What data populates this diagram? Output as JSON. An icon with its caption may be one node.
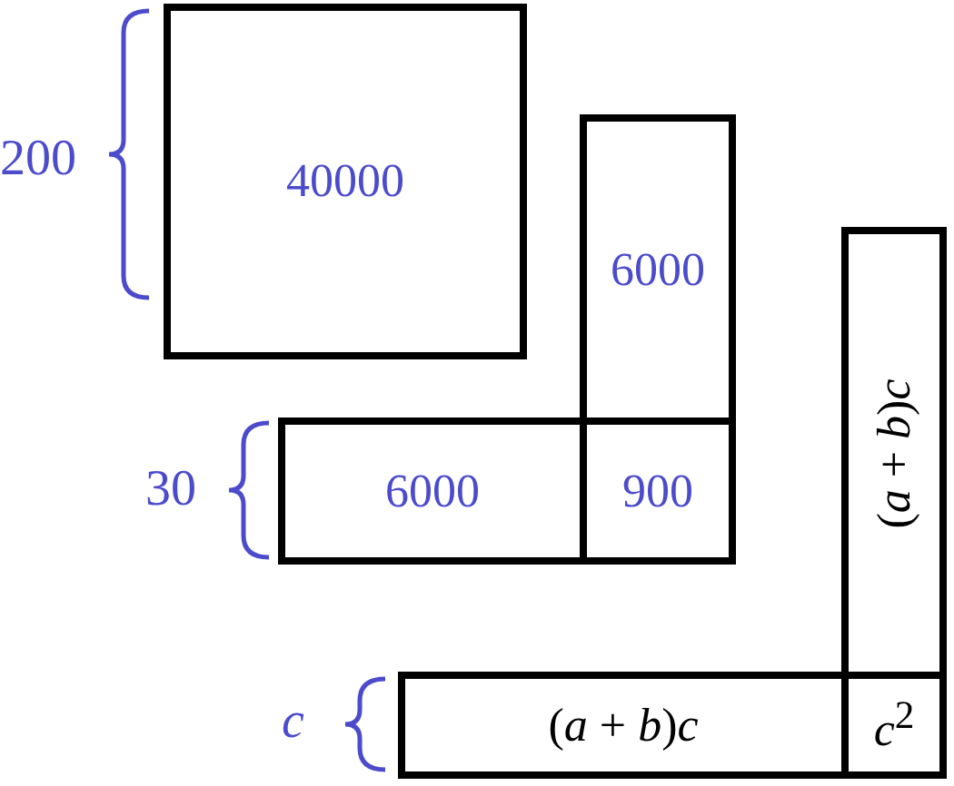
{
  "diagram": {
    "nodes": [
      {
        "text": [
          "40000"
        ]
      },
      {
        "text": [
          "6000"
        ]
      },
      {
        "text": [
          "6000"
        ]
      },
      {
        "text": [
          "900"
        ]
      },
      {
        "text": [
          "(*a* + *b*)*c*"
        ]
      },
      {
        "text": [
          "(*a* + *b*)*c*"
        ]
      },
      {
        "text": [
          "*c*$^{2}$"
        ]
      }
    ],
    "labels": [
      "200",
      "30",
      "c"
    ]
  }
}
